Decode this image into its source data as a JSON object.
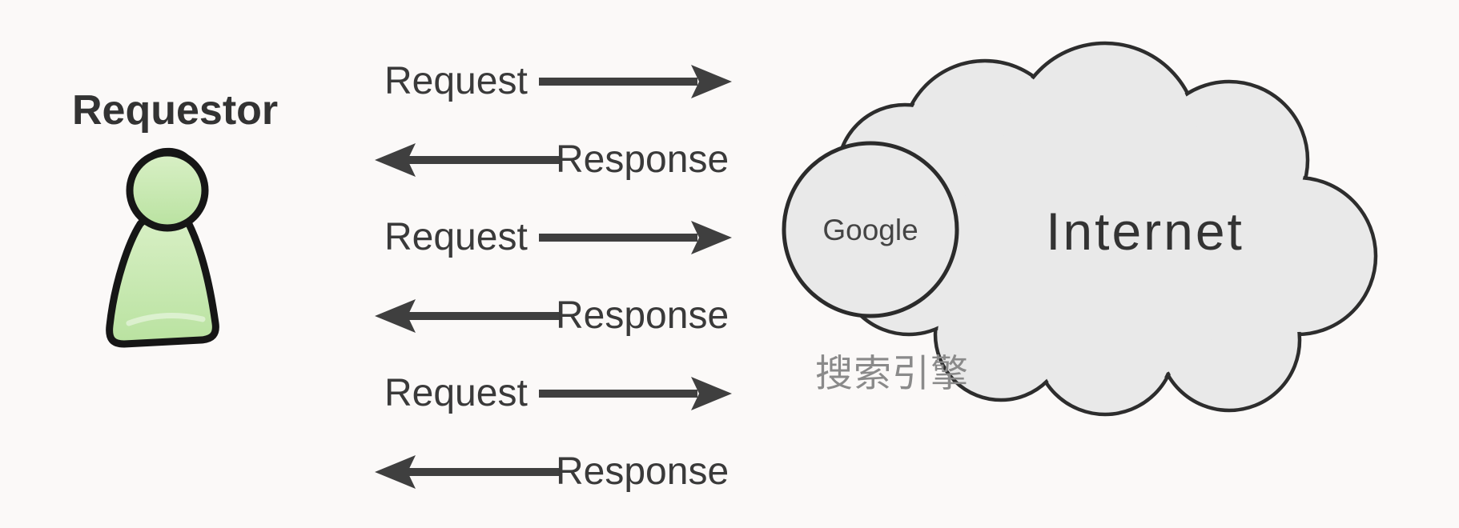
{
  "diagram_title": "Requestor to search engine request/response flow",
  "requestor": {
    "label": "Requestor"
  },
  "messages": [
    {
      "label": "Request",
      "direction": "right"
    },
    {
      "label": "Response",
      "direction": "left"
    },
    {
      "label": "Request",
      "direction": "right"
    },
    {
      "label": "Response",
      "direction": "left"
    },
    {
      "label": "Request",
      "direction": "right"
    },
    {
      "label": "Response",
      "direction": "left"
    }
  ],
  "search_engine": {
    "node_label": "Google",
    "caption": "搜索引擎"
  },
  "internet": {
    "label": "Internet"
  },
  "icons": {
    "person": "person-icon",
    "right_arrow": "right-arrow-icon",
    "left_arrow": "left-arrow-icon",
    "cloud": "internet-cloud",
    "circle": "google-circle"
  },
  "colors": {
    "background": "#fbf9f8",
    "arrow": "#3f3f3f",
    "text_dark": "#3a3a3a",
    "title_text": "#333333",
    "shape_fill": "#e9e9e9",
    "shape_stroke": "#2d2d2d",
    "person_fill": "#c6e8b1",
    "person_stroke": "#161616",
    "caption_gray": "#8a8a8a"
  }
}
